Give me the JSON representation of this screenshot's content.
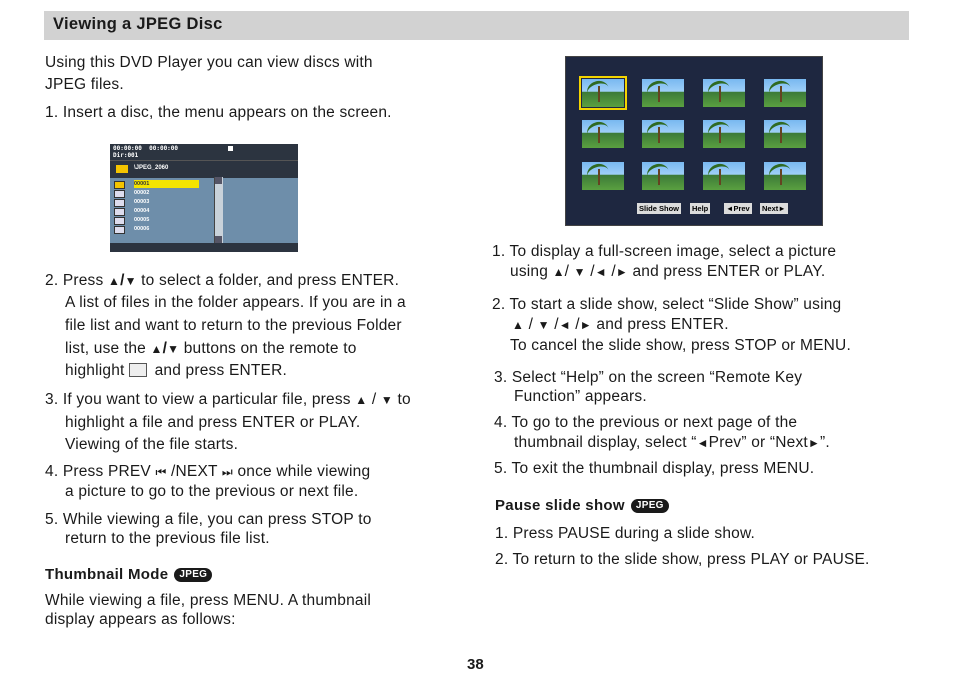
{
  "header": {
    "title": "Viewing a JPEG Disc"
  },
  "left": {
    "intro_line1": "Using this DVD Player you can view discs with",
    "intro_line2": "JPEG files.",
    "step1": "1. Insert a disc, the menu appears on the screen.",
    "step2_pre": "2. Press",
    "step2_post": "to select a folder, and press ENTER.",
    "step2_l2": "A list of files in the folder appears. If you are in a",
    "step2_l3": "file list and want to return to the previous Folder",
    "step2_l4_pre": "list, use the",
    "step2_l4_post": "buttons on the remote to",
    "step2_l5_pre": "highlight",
    "step2_l5_post": "and press ENTER.",
    "step3_pre": "3. If you want to view a particular file, press",
    "step3_post": "to",
    "step3_l2": "highlight a file and press ENTER or PLAY.",
    "step3_l3": "Viewing of the file starts.",
    "step4_pre": "4. Press PREV",
    "step4_mid": "/NEXT",
    "step4_post": "once while viewing",
    "step4_l2": "a picture to go to the previous or next file.",
    "step5_l1": "5. While viewing a file, you can press STOP to",
    "step5_l2": "return to the previous file list.",
    "thumb_heading": "Thumbnail Mode",
    "thumb_text1": "While viewing a file, press MENU. A thumbnail",
    "thumb_text2": "display appears as follows:"
  },
  "file_browser": {
    "time": "00:00:00  00:00:00",
    "dir": "Dir:001",
    "path": "\\JPEG_2060",
    "files": [
      "00001",
      "00002",
      "00003",
      "00004",
      "00005",
      "00006"
    ]
  },
  "thumbnail_screen": {
    "buttons": {
      "slideshow": "Slide Show",
      "help": "Help",
      "prev": "Prev",
      "next": "Next"
    }
  },
  "right": {
    "r1_l1": "1. To display a full-screen image, select a picture",
    "r1_l2_pre": "using",
    "r1_l2_post": "and press ENTER or PLAY.",
    "r2_l1": "2. To start a slide show, select “Slide Show” using",
    "r2_l2_post": "and press ENTER.",
    "r2_l3": "To cancel the slide show, press STOP or MENU.",
    "r3_l1": "3. Select “Help” on the screen “Remote Key",
    "r3_l2": "Function” appears.",
    "r4_l1": "4. To go to the previous or next page of the",
    "r4_l2_pre": "thumbnail display, select “",
    "r4_prev": "Prev” or “Next",
    "r4_l2_post": "”.",
    "r5": "5. To exit the thumbnail display, press MENU.",
    "pause_heading": "Pause slide show",
    "pause1": "1.  Press PAUSE during a slide show.",
    "pause2": "2.  To return to the slide show, press PLAY or PAUSE."
  },
  "badge": "JPEG",
  "page_number": "38",
  "icons": [
    "up-arrow-icon",
    "down-arrow-icon",
    "left-arrow-icon",
    "right-arrow-icon",
    "prev-track-icon",
    "next-track-icon",
    "folder-icon"
  ]
}
